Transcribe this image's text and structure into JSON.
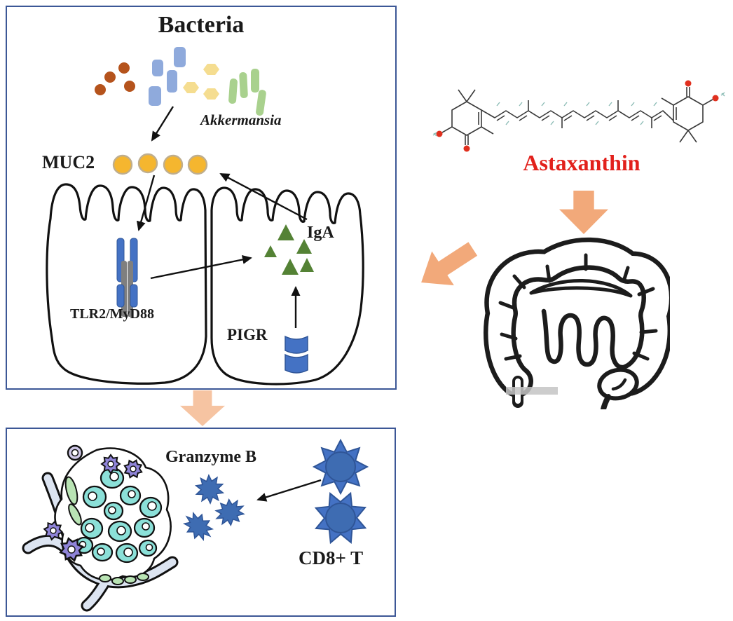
{
  "panel_top": {
    "title": "Bacteria",
    "akkermansia_label": "Akkermansia",
    "muc2_label": "MUC2",
    "iga_label": "IgA",
    "tlr2_label": "TLR2/MyD88",
    "pigr_label": "PIGR"
  },
  "panel_bottom": {
    "granzyme_label": "Granzyme B",
    "cd8_label": "CD8+ T"
  },
  "right_column": {
    "compound_label": "Astaxanthin"
  },
  "icons": [
    "brown-cocci-icon",
    "blue-rod-bacteria-icon",
    "yellow-hexagon-bacteria-icon",
    "green-rod-akkermansia-icon",
    "mucin-granules-icon",
    "epithelium-drawing",
    "tlr2-receptor-icon",
    "iga-triangles-icon",
    "pigr-transporter-icon",
    "astaxanthin-structure-icon",
    "intestine-icon",
    "gut-tissue-drawing",
    "granzyme-granules-icon",
    "cd8-t-cell-icon",
    "orange-block-arrow"
  ],
  "colors": {
    "panel_border": "#3c5796",
    "accent_orange_arrow": "#f2a97a",
    "accent_orange_arrow_light": "#f6c4a2",
    "astaxanthin_red": "#e2211c",
    "bacteria_brown": "#b5531c",
    "bacteria_blue": "#8faadc",
    "bacteria_yellow": "#f5dd90",
    "bacteria_green": "#a9d18e",
    "mucin_yellow": "#f5b62f",
    "mucin_outline": "#bfae8e",
    "iga_green": "#548235",
    "receptor_blue": "#4472c4",
    "receptor_blue_dark": "#2f5597",
    "receptor_gray": "#7f7f7f",
    "immune_blue": "#3e6cb2",
    "tissue_cyan": "#8be0d8",
    "tissue_purple": "#8f84d8",
    "tissue_green": "#b9e4b4",
    "vessel_fill": "#dce4f1",
    "ink": "#111111",
    "watermark_gray": "#c4c4c4"
  }
}
